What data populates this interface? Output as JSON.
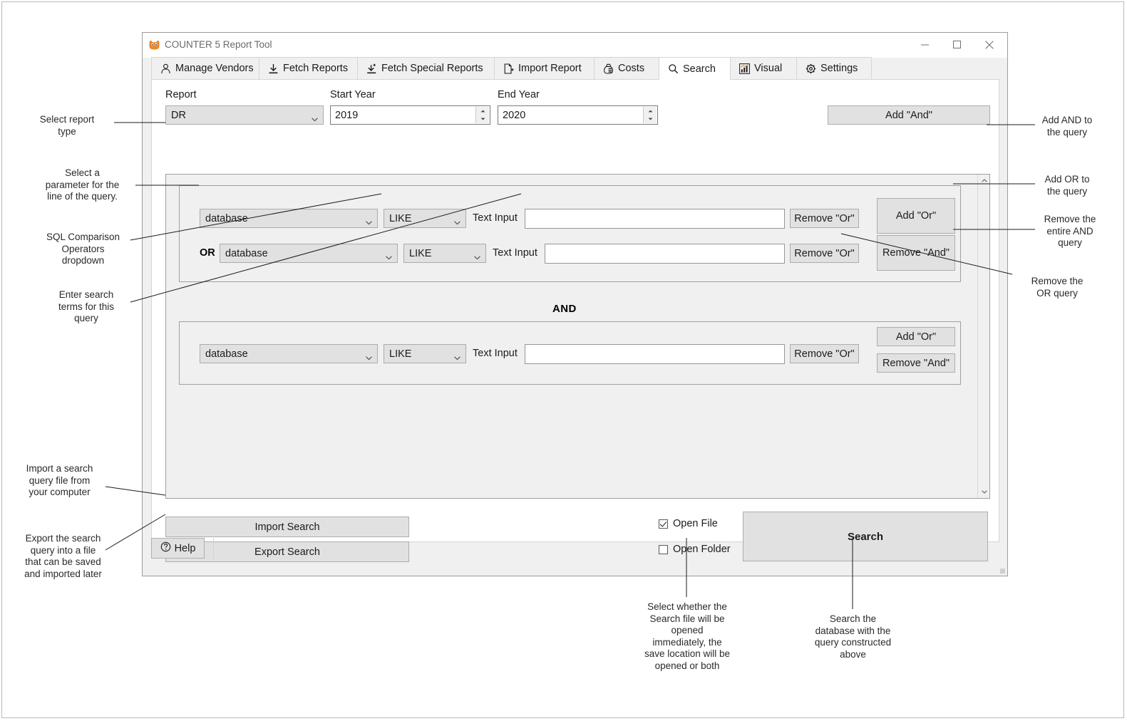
{
  "window": {
    "title": "COUNTER 5 Report Tool",
    "icon": "app-icon",
    "controls": {
      "minimize": "minimize-icon",
      "maximize": "maximize-icon",
      "close": "close-icon"
    }
  },
  "tabs": [
    {
      "label": "Manage Vendors",
      "icon": "person-icon",
      "active": false
    },
    {
      "label": "Fetch Reports",
      "icon": "download-icon",
      "active": false
    },
    {
      "label": "Fetch Special Reports",
      "icon": "download-plus-icon",
      "active": false
    },
    {
      "label": "Import Report",
      "icon": "file-import-icon",
      "active": false
    },
    {
      "label": "Costs",
      "icon": "money-bag-icon",
      "active": false
    },
    {
      "label": "Search",
      "icon": "magnifier-icon",
      "active": true
    },
    {
      "label": "Visual",
      "icon": "bar-chart-icon",
      "active": false
    },
    {
      "label": "Settings",
      "icon": "gear-icon",
      "active": false
    }
  ],
  "form": {
    "report_label": "Report",
    "report_value": "DR",
    "start_year_label": "Start Year",
    "start_year_value": "2019",
    "end_year_label": "End Year",
    "end_year_value": "2020",
    "add_and_label": "Add \"And\""
  },
  "query": {
    "and_separator_label": "AND",
    "or_prefix_label": "OR",
    "blocks": [
      {
        "rows": [
          {
            "parameter": "database",
            "operator": "LIKE",
            "text_input_label": "Text Input",
            "text_input_value": "",
            "remove_or_label": "Remove \"Or\"",
            "show_or_prefix": false
          },
          {
            "parameter": "database",
            "operator": "LIKE",
            "text_input_label": "Text Input",
            "text_input_value": "",
            "remove_or_label": "Remove \"Or\"",
            "show_or_prefix": true
          }
        ],
        "add_or_label": "Add \"Or\"",
        "remove_and_label": "Remove \"And\""
      },
      {
        "rows": [
          {
            "parameter": "database",
            "operator": "LIKE",
            "text_input_label": "Text Input",
            "text_input_value": "",
            "remove_or_label": "Remove \"Or\"",
            "show_or_prefix": false
          }
        ],
        "add_or_label": "Add \"Or\"",
        "remove_and_label": "Remove \"And\""
      }
    ]
  },
  "bottom": {
    "import_search_label": "Import Search",
    "export_search_label": "Export Search",
    "open_file_label": "Open File",
    "open_file_checked": true,
    "open_folder_label": "Open Folder",
    "open_folder_checked": false,
    "search_label": "Search"
  },
  "status": {
    "help_label": "Help",
    "help_icon": "question-circle-icon"
  },
  "annotations": [
    {
      "id": "a1",
      "text": "Select report\ntype"
    },
    {
      "id": "a2",
      "text": "Select a\nparameter for the\nline of the query."
    },
    {
      "id": "a3",
      "text": "SQL Comparison\nOperators\ndropdown"
    },
    {
      "id": "a4",
      "text": "Enter search\nterms for this\nquery"
    },
    {
      "id": "a5",
      "text": "Import a search\nquery file from\nyour computer"
    },
    {
      "id": "a6",
      "text": "Export the search\nquery into a file\nthat can be saved\nand imported later"
    },
    {
      "id": "a7",
      "text": "Add AND to\nthe query"
    },
    {
      "id": "a8",
      "text": "Add OR to\nthe query"
    },
    {
      "id": "a9",
      "text": "Remove the\nentire AND\nquery"
    },
    {
      "id": "a10",
      "text": "Remove the\nOR query"
    },
    {
      "id": "a11",
      "text": "Select whether the\nSearch file will be\nopened\nimmediately, the\nsave location will be\nopened or both"
    },
    {
      "id": "a12",
      "text": "Search the\ndatabase with the\nquery constructed\nabove"
    }
  ],
  "colors": {
    "window_bg": "#f0f0f0",
    "control_bg": "#e1e1e1",
    "input_bg": "#ffffff",
    "border": "#a0a0a0",
    "accent_icon": "#e8892b",
    "text": "#1b1b1b"
  }
}
